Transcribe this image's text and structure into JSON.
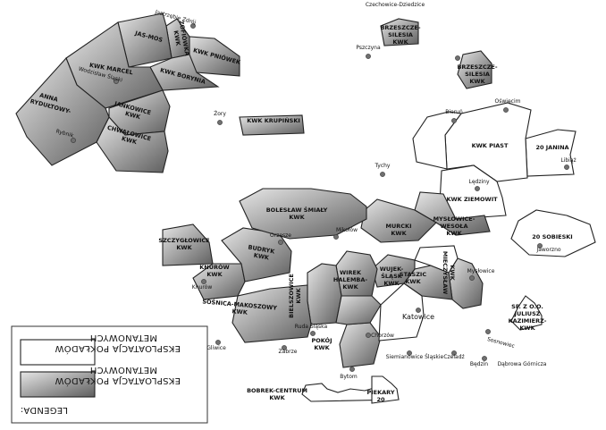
{
  "legend": {
    "title": "LEGENDA:",
    "exploited_line1": "EKSPLOATACJA POKŁADÓW",
    "exploited_line2": "METANOWYCH",
    "non_exploited_line1": "EKSPLOATACJA POKŁADÓW",
    "non_exploited_line2": "METANOWYCH"
  },
  "colors": {
    "exploited": "#8a8a8a",
    "non_exploited": "#ffffff",
    "outline": "#222222"
  },
  "mines": {
    "kwk_bogdanka": "KWK KRUPIŃSKI",
    "jas_mos": "JAS-MOS",
    "kwk_marcel": "KWK MARCEL",
    "anna": "ANNA",
    "rydultowy": "RYDUŁTOWY-",
    "jankowice": "JANKOWICE",
    "kwk_jankowice": "KWK",
    "chwalowice": "CHWAŁOWICE",
    "kwk_chwalowice": "KWK",
    "borynia": "KWK BORYNIA",
    "zofiowka": "ZOFIÓWKA",
    "kwk_zofiowka": "KWK",
    "pniowek": "KWK PNIÓWEK",
    "krupinski": "KWK KRUPIŃSKI",
    "silesia": "SILESIA",
    "kwk_silesia": "KWK",
    "brzeszcze_a": "BRZESZCZE-",
    "brzeszcze_b": "SILESIA",
    "kwk_brzeszcze": "KWK",
    "piast": "KWK PIAST",
    "ziemowit": "KWK ZIEMOWIT",
    "janina": "20 JANINA",
    "sobieski": "20 SOBIESKI",
    "bolesław": "BOLESŁAW ŚMIAŁY",
    "kwk_boleslaw": "KWK",
    "murcki": "MURCKI",
    "kwk_murcki": "KWK",
    "myslowice": "MYSŁOWICE-",
    "wesola": "WESOŁA",
    "kwk_myslowice": "KWK",
    "sosnowiec_mine_a": "SZCZYGŁOWICE",
    "kwk_szczyglowice": "KWK",
    "budryk": "BUDRYK",
    "kwk_budryk": "KWK",
    "knurow": "KNURÓW",
    "kwk_knurow": "KWK",
    "sosnica": "SOŚNICA-MAKOSZOWY",
    "kwk_sosnica": "KWK",
    "bielszowice": "BIELSZOWICE",
    "kwk_bielszowice": "KWK",
    "halemba": "HALEMBA-",
    "wirek": "WIREK",
    "kwk_halemba": "KWK",
    "wujek": "WUJEK-",
    "slask": "ŚLĄSK",
    "kwk_wujek": "KWK",
    "staszic": "STASZIC",
    "kwk_staszic": "KWK",
    "mieczyslaw": "MIECZYSŁAW",
    "kwk_mieczyslaw": "KWK",
    "pokoj": "POKÓJ",
    "kwk_pokoj": "KWK",
    "kazimierz": "KAZIMIERZ-",
    "juliusz": "JULIUSZ",
    "kwk_kazimierz": "KWK",
    "spzoo": "SP. Z O.O.",
    "bobrek": "BOBREK-CENTRUM",
    "kwk_bobrek": "KWK",
    "piekary": "PIEKARY",
    "kwk_piekary": "20"
  },
  "cities": {
    "jastrzebie": "Jastrzębie Zdrój",
    "wodzislaw": "Wodzisław Śląski",
    "rybnik": "Rybnik",
    "zory": "Żory",
    "pszczyna": "Pszczyna",
    "czechowice": "Czechowice-Dziedzice",
    "oswiecim": "Oświęcim",
    "bierun": "Bieruń",
    "ledziny": "Lędziny",
    "libiaz": "Libiąż",
    "tychy": "Tychy",
    "mikolow": "Mikołów",
    "jaworzno": "Jaworzno",
    "myslowice_city": "Mysłowice",
    "katowice": "Katowice",
    "sosnowiec": "Sosnowiec",
    "gliwice": "Gliwice",
    "zabrze": "Zabrze",
    "ruda": "Ruda Śląska",
    "chorzow": "Chorzów",
    "siemianowice": "Siemianowice Śląskie",
    "bytom": "Bytom",
    "czeladz": "Czeladź",
    "bedzin": "Będzin",
    "dabrowa": "Dąbrowa Górnicza",
    "knurow_city": "Knurów",
    "orzesze": "Orzesze"
  }
}
